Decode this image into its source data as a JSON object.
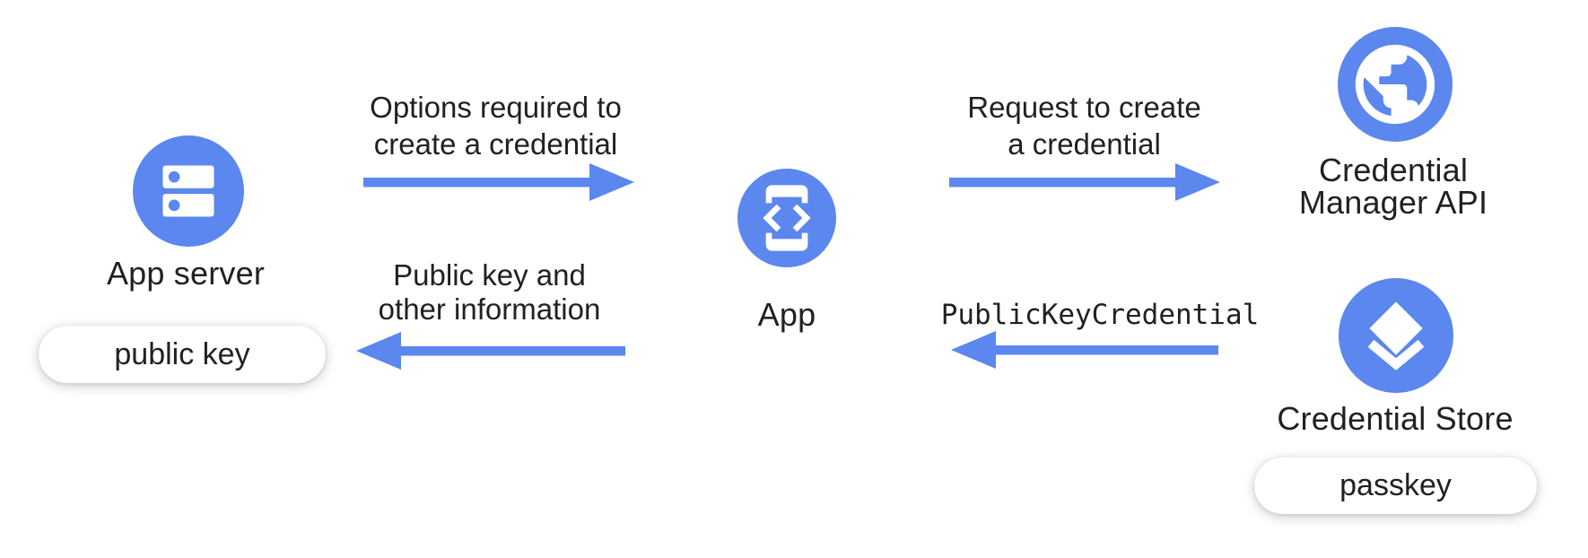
{
  "diagram": {
    "colors": {
      "accent_blue": "#5b87ee",
      "text": "#202124",
      "pill_background": "#ffffff"
    },
    "nodes": {
      "app_server": {
        "icon": "server-icon",
        "label": "App server",
        "badge": "public key"
      },
      "app": {
        "icon": "phone-code-icon",
        "label": "App"
      },
      "credential_manager": {
        "icon": "globe-icon",
        "label_line1": "Credential",
        "label_line2": "Manager API"
      },
      "credential_store": {
        "icon": "layers-icon",
        "label": "Credential Store",
        "badge": "passkey"
      }
    },
    "flows": {
      "options": {
        "direction": "right",
        "from": "App server",
        "to": "App",
        "line1": "Options required to",
        "line2": "create a credential"
      },
      "request": {
        "direction": "right",
        "from": "App",
        "to": "Credential Manager API",
        "line1": "Request to create",
        "line2": "a credential"
      },
      "public_key_credential": {
        "direction": "left",
        "from": "Credential Store",
        "to": "App",
        "label": "PublicKeyCredential"
      },
      "public_key_info": {
        "direction": "left",
        "from": "App",
        "to": "App server",
        "line1": "Public key and",
        "line2": "other information"
      }
    }
  }
}
